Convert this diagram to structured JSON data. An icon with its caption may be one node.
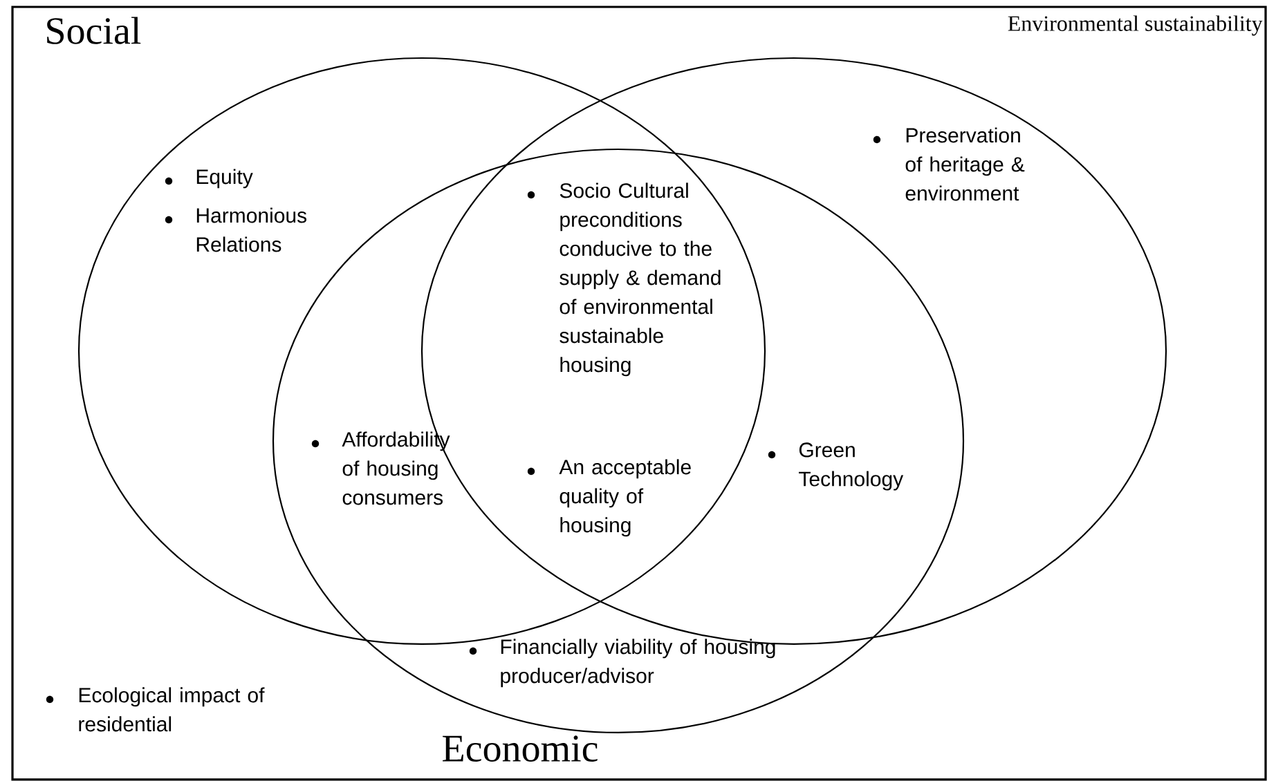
{
  "diagram": {
    "nodes": [
      {
        "text": [
          "Social"
        ]
      },
      {
        "text": [
          "Environmental sustainability"
        ]
      },
      {
        "text": [
          "Economic"
        ]
      }
    ],
    "labels": [
      "Equity",
      "Harmonious Relations",
      "Preservation of heritage & environment",
      "Socio Cultural preconditions conducive to the supply & demand of environmental sustainable housing",
      "Affordability of housing consumers",
      "An acceptable quality of housing",
      "Green Technology",
      "Financially viability of housing producer/advisor",
      "Ecological impact of residential"
    ]
  }
}
